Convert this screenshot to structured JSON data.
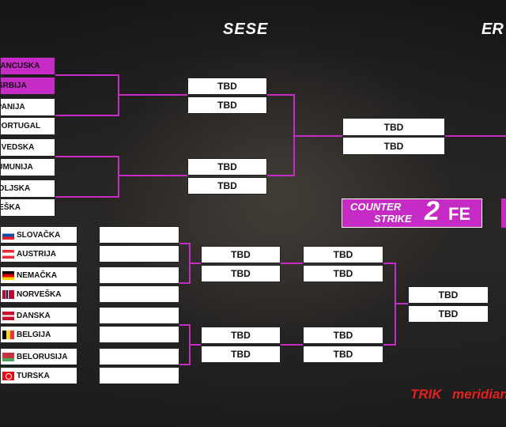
{
  "header": {
    "logo_left": "SESE",
    "logo_right": "ER"
  },
  "banner": {
    "line1": "COUNTER",
    "line2": "STRIKE",
    "num": "2",
    "suffix": "FE"
  },
  "sponsors": {
    "trik": "TRIK",
    "meridian": "meridian"
  },
  "top_teams": [
    {
      "name": "FRANCUSKA"
    },
    {
      "name": "SRBIJA"
    },
    {
      "name": "ŠPANIJA"
    },
    {
      "name": "PORTUGAL"
    },
    {
      "name": "ŠVEDSKA"
    },
    {
      "name": "RUMUNIJA"
    },
    {
      "name": "POLJSKA"
    },
    {
      "name": "ČEŠKA"
    }
  ],
  "bottom_teams": [
    {
      "name": "SLOVAČKA"
    },
    {
      "name": "AUSTRIJA"
    },
    {
      "name": "NEMAČKA"
    },
    {
      "name": "NORVEŠKA"
    },
    {
      "name": "DANSKA"
    },
    {
      "name": "BELGIJA"
    },
    {
      "name": "BELORUSIJA"
    },
    {
      "name": "TURSKA"
    }
  ],
  "tbd": "TBD",
  "colors": {
    "accent": "#c62bc5",
    "line": "#c62bc5"
  }
}
